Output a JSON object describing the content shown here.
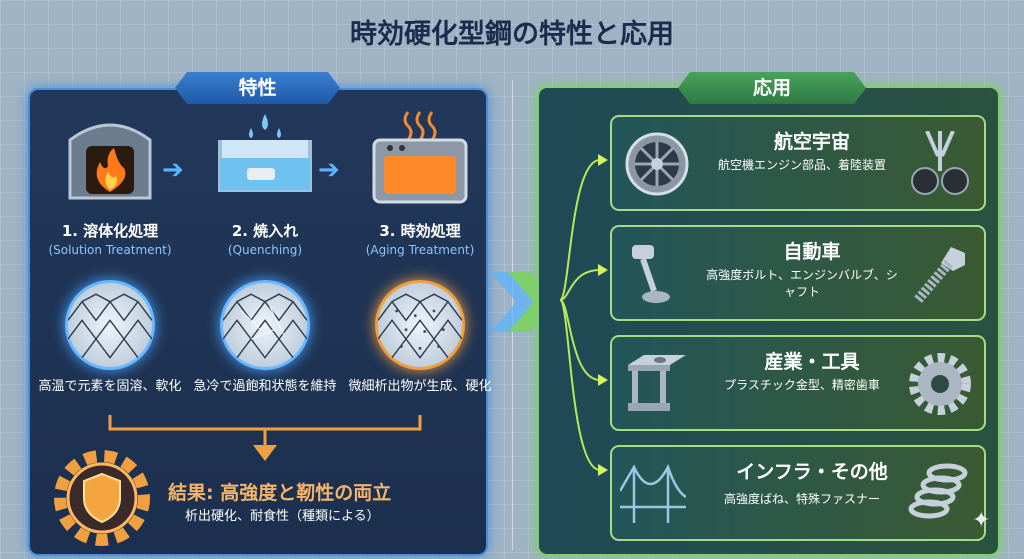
{
  "title": "時効硬化型鋼の特性と応用",
  "left": {
    "tab": "特性",
    "steps": [
      {
        "title": "1. 溶体化処理",
        "subtitle": "(Solution Treatment)",
        "desc": "高温で元素を固溶、軟化",
        "icon": "furnace-icon"
      },
      {
        "title": "2. 焼入れ",
        "subtitle": "(Quenching)",
        "desc": "急冷で過飽和状態を維持",
        "icon": "water-bath-icon"
      },
      {
        "title": "3. 時効処理",
        "subtitle": "(Aging Treatment)",
        "desc": "微細析出物が生成、硬化",
        "icon": "oven-icon"
      }
    ],
    "result": {
      "title": "結果: 高強度と靭性の両立",
      "subtitle": "析出硬化、耐食性（種類による）"
    }
  },
  "right": {
    "tab": "応用",
    "cards": [
      {
        "title": "航空宇宙",
        "desc": "航空機エンジン部品、着陸装置"
      },
      {
        "title": "自動車",
        "desc": "高強度ボルト、エンジンバルブ、シャフト"
      },
      {
        "title": "産業・工具",
        "desc": "プラスチック金型、精密歯車"
      },
      {
        "title": "インフラ・その他",
        "desc": "高強度ばね、特殊ファスナー"
      }
    ]
  },
  "colors": {
    "left_border": "#4a8fd6",
    "right_border": "#7fcf6a",
    "result": "#f0a040"
  }
}
